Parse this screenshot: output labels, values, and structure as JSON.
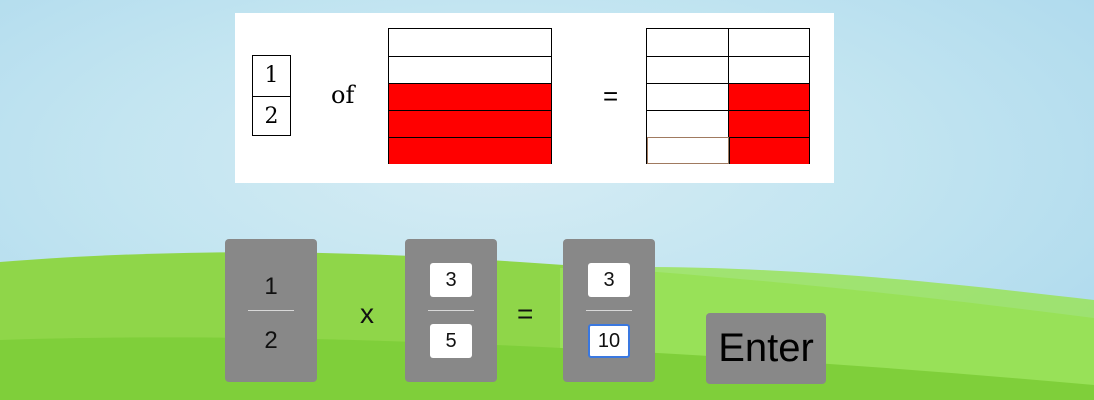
{
  "model": {
    "fraction": {
      "numerator": "1",
      "denominator": "2"
    },
    "of_label": "of",
    "equals_label": "=",
    "left_grid": {
      "rows": 5,
      "cols": 1,
      "shaded_rows": 3,
      "shade_color": "#ff0000"
    },
    "right_grid": {
      "rows": 5,
      "cols": 2,
      "shaded_cells": 3,
      "shade_color": "#ff0000"
    }
  },
  "equation": {
    "first": {
      "numerator": "1",
      "denominator": "2"
    },
    "operator": "x",
    "second": {
      "numerator": "3",
      "denominator": "5"
    },
    "equals": "=",
    "answer": {
      "numerator": "3",
      "denominator": "10"
    }
  },
  "enter_label": "Enter",
  "colors": {
    "sky": "#c3e5f1",
    "grass": "#8fd649",
    "card": "#888888",
    "focus": "#3a78e0"
  }
}
